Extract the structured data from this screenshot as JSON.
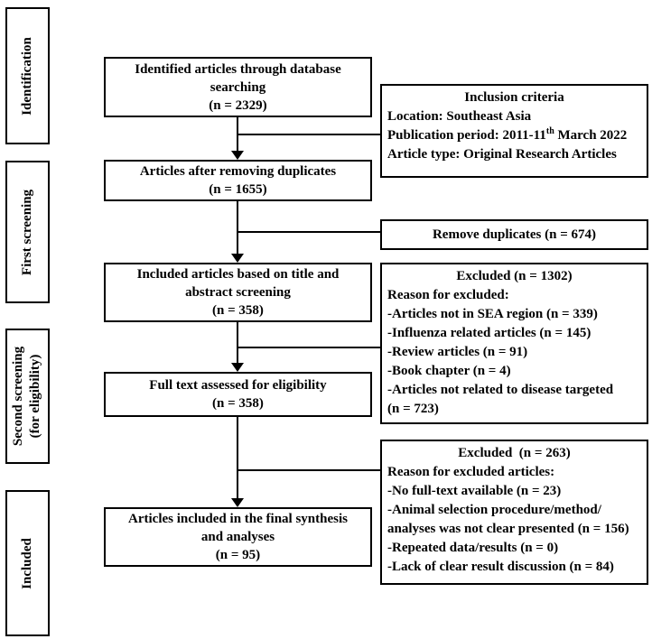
{
  "palette": {
    "background": "#ffffff",
    "line_color": "#000000",
    "text_color": "#000000"
  },
  "sidebar": {
    "stages": [
      {
        "label": "Identification"
      },
      {
        "label": "First screening"
      },
      {
        "label": "Second screening",
        "label2": "(for eligibility)"
      },
      {
        "label": "Included"
      }
    ]
  },
  "flow": {
    "boxes": [
      {
        "lines": [
          "Identified articles through database",
          "searching",
          "(n = 2329)"
        ]
      },
      {
        "lines": [
          "Articles after removing duplicates",
          "(n = 1655)"
        ]
      },
      {
        "lines": [
          "Included articles based on title and",
          "abstract screening",
          "(n = 358)"
        ]
      },
      {
        "lines": [
          "Full text assessed for eligibility",
          "(n = 358)"
        ]
      },
      {
        "lines": [
          "Articles included in the final synthesis",
          "and analyses",
          "(n = 95)"
        ]
      }
    ]
  },
  "side_notes": {
    "inclusion": {
      "heading": "Inclusion criteria",
      "line1": "Location: Southeast Asia",
      "line2_pre": "Publication period: 2011-11",
      "line2_sup": "th",
      "line2_post": " March 2022",
      "line3": "Article type: Original Research Articles"
    },
    "remove_duplicates": {
      "label": "Remove duplicates (n = 674)"
    },
    "excluded_title_abstract": {
      "heading": "Excluded (n = 1302)",
      "reason_label": "Reason for excluded:",
      "reasons": [
        "-Articles not in SEA region (n = 339)",
        "-Influenza related articles (n = 145)",
        "-Review articles (n = 91)",
        "-Book chapter (n = 4)",
        "-Articles not related to disease targeted",
        "(n = 723)"
      ]
    },
    "excluded_full_text": {
      "heading": "Excluded  (n = 263)",
      "reason_label": "Reason for excluded articles:",
      "reasons": [
        "-No full-text available (n = 23)",
        "-Animal selection procedure/method/",
        "analyses was not clear presented (n = 156)",
        "-Repeated data/results (n = 0)",
        "-Lack of clear result discussion (n = 84)"
      ]
    }
  }
}
